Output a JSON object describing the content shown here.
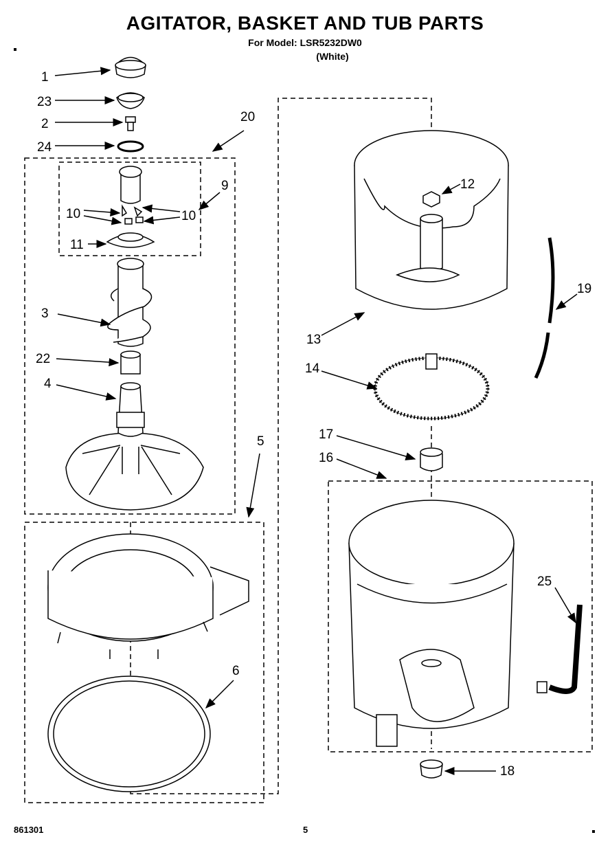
{
  "header": {
    "title": "AGITATOR, BASKET AND TUB PARTS",
    "model_line": "For Model: LSR5232DW0",
    "color_line": "(White)"
  },
  "callouts": {
    "c1": "1",
    "c23": "23",
    "c2": "2",
    "c24": "24",
    "c20": "20",
    "c9": "9",
    "c10a": "10",
    "c10b": "10",
    "c11": "11",
    "c3": "3",
    "c22": "22",
    "c4": "4",
    "c5": "5",
    "c6": "6",
    "c12": "12",
    "c13": "13",
    "c19": "19",
    "c14": "14",
    "c17": "17",
    "c16": "16",
    "c25": "25",
    "c18": "18"
  },
  "footer": {
    "doc_number": "861301",
    "page_number": "5"
  }
}
